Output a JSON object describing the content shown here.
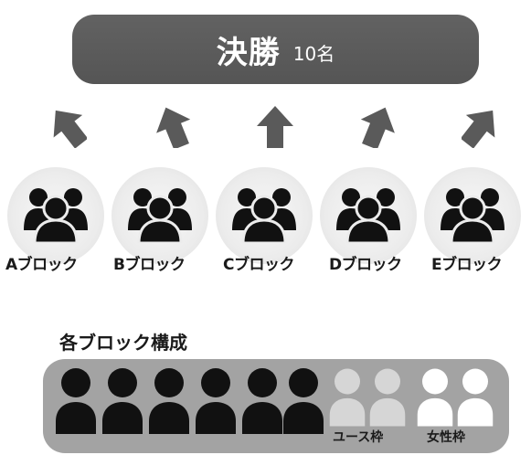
{
  "final": {
    "title": "決勝",
    "count": "10名"
  },
  "arrows": [
    {
      "rotation": -38
    },
    {
      "rotation": -22
    },
    {
      "rotation": 0
    },
    {
      "rotation": 22
    },
    {
      "rotation": 38
    }
  ],
  "blocks": [
    {
      "label": "Aブロック"
    },
    {
      "label": "Bブロック"
    },
    {
      "label": "Cブロック"
    },
    {
      "label": "Dブロック"
    },
    {
      "label": "Eブロック"
    }
  ],
  "composition": {
    "heading": "各ブロック構成",
    "members": [
      {
        "type": "general",
        "color": "#111111"
      },
      {
        "type": "general",
        "color": "#111111"
      },
      {
        "type": "general",
        "color": "#111111"
      },
      {
        "type": "general",
        "color": "#111111"
      },
      {
        "type": "general",
        "color": "#111111"
      },
      {
        "type": "general",
        "color": "#111111"
      },
      {
        "type": "youth",
        "color": "#d6d6d6"
      },
      {
        "type": "youth",
        "color": "#d6d6d6"
      },
      {
        "type": "women",
        "color": "#ffffff"
      },
      {
        "type": "women",
        "color": "#ffffff"
      }
    ],
    "youth_label": "ユース枠",
    "women_label": "女性枠"
  },
  "colors": {
    "final_box": "#5b5b5b",
    "arrow": "#5a5a5a",
    "group_icon": "#111111",
    "composition_box": "#a3a3a3"
  },
  "icons": {
    "arrow": "arrow-up-icon",
    "group": "group-icon",
    "person": "person-icon"
  }
}
